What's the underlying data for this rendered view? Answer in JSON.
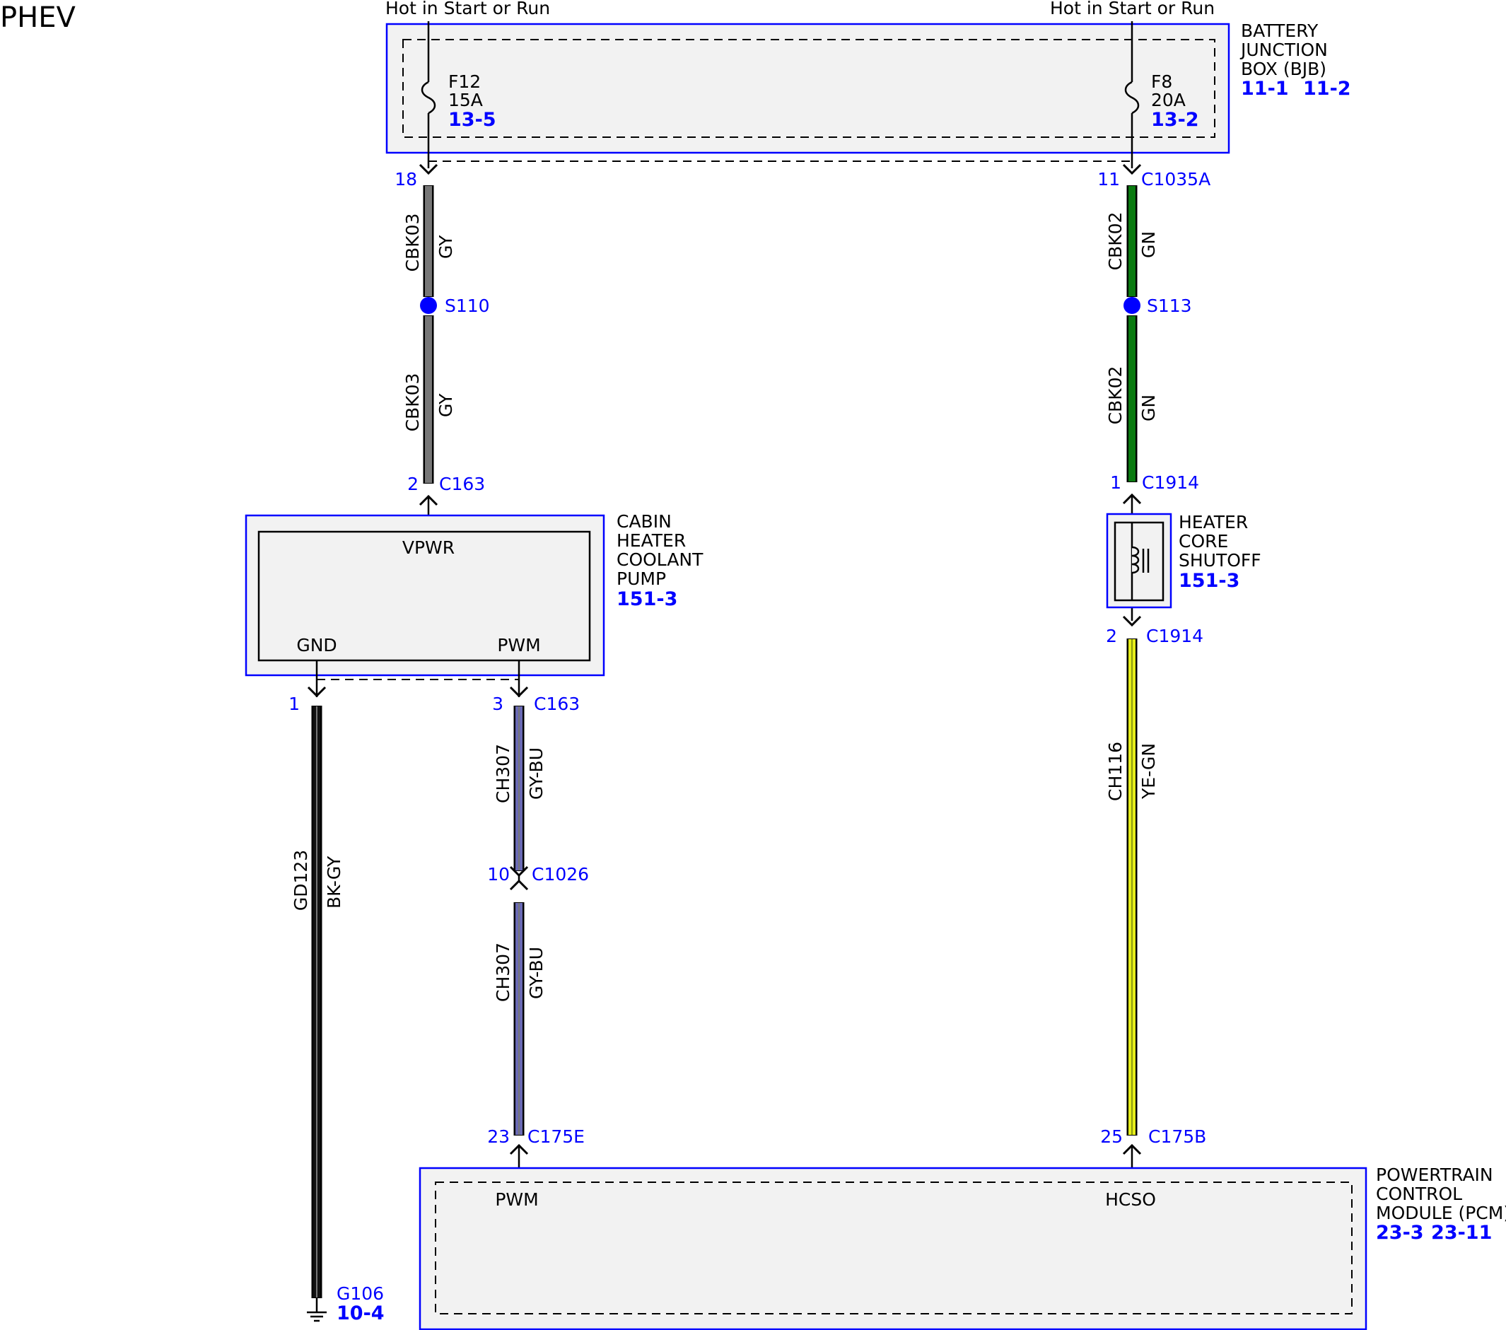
{
  "title": "PHEV",
  "colors": {
    "module_border": "#0000ff",
    "module_fill": "#f2f2f2",
    "wire_gy": "#777777",
    "wire_gn": "#0a7a10",
    "wire_gy_bu": "#6a6ab4",
    "wire_bk_gy": "#111111",
    "wire_ye_gn": "#e6ee1a",
    "splice": "#0000ff",
    "text_blue": "#0000ff"
  },
  "feeds": {
    "left": "Hot in Start or Run",
    "right": "Hot in Start or Run"
  },
  "bjb": {
    "name": [
      "BATTERY",
      "JUNCTION",
      "BOX (BJB)"
    ],
    "refs": [
      "11-1",
      "11-2"
    ],
    "fuse_left": {
      "id": "F12",
      "rating": "15A",
      "ref": "13-5"
    },
    "fuse_right": {
      "id": "F8",
      "rating": "20A",
      "ref": "13-2"
    },
    "pin_left": "18",
    "pin_right": "11",
    "connector": "C1035A"
  },
  "circuit_left_upper": {
    "circuit": "CBK03",
    "color": "GY"
  },
  "circuit_left_lower": {
    "circuit": "CBK03",
    "color": "GY"
  },
  "circuit_right_upper": {
    "circuit": "CBK02",
    "color": "GN"
  },
  "circuit_right_lower": {
    "circuit": "CBK02",
    "color": "GN"
  },
  "splice_left": "S110",
  "splice_right": "S113",
  "pump_in": {
    "pin": "2",
    "connector": "C163"
  },
  "pump": {
    "name": [
      "CABIN",
      "HEATER",
      "COOLANT",
      "PUMP"
    ],
    "ref": "151-3",
    "pins": {
      "vpwr": "VPWR",
      "gnd": "GND",
      "pwm": "PWM"
    }
  },
  "valve_in": {
    "pin": "1",
    "connector": "C1914"
  },
  "valve": {
    "name": [
      "HEATER",
      "CORE",
      "SHUTOFF"
    ],
    "ref": "151-3"
  },
  "valve_out": {
    "pin": "2",
    "connector": "C1914"
  },
  "pump_gnd_pin": "1",
  "pump_pwm_out": {
    "pin": "3",
    "connector": "C163"
  },
  "ground_wire": {
    "circuit": "GD123",
    "color": "BK-GY"
  },
  "ground": {
    "id": "G106",
    "ref": "10-4"
  },
  "pwm_upper": {
    "circuit": "CH307",
    "color": "GY-BU"
  },
  "inline_conn": {
    "pin": "10",
    "connector": "C1026"
  },
  "pwm_lower": {
    "circuit": "CH307",
    "color": "GY-BU"
  },
  "hcso_wire": {
    "circuit": "CH116",
    "color": "YE-GN"
  },
  "pcm_in_left": {
    "pin": "23",
    "connector": "C175E"
  },
  "pcm_in_right": {
    "pin": "25",
    "connector": "C175B"
  },
  "pcm": {
    "name": [
      "POWERTRAIN",
      "CONTROL",
      "MODULE (PCM)"
    ],
    "refs": [
      "23-3",
      "23-11"
    ],
    "pins": {
      "pwm": "PWM",
      "hcso": "HCSO"
    }
  }
}
